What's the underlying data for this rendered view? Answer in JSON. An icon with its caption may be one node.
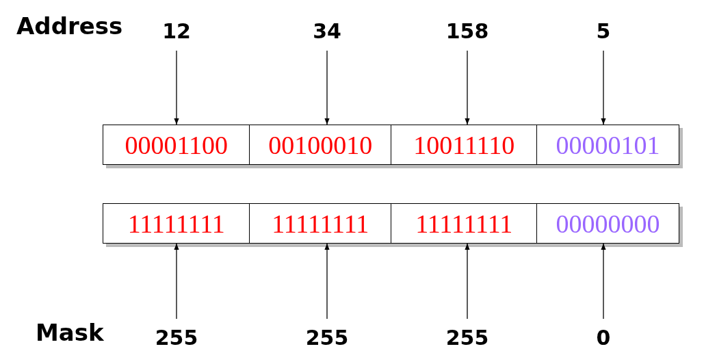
{
  "diagram": {
    "nodes": [
      {
        "text": [
          "12"
        ]
      },
      {
        "text": [
          "34"
        ]
      },
      {
        "text": [
          "158"
        ]
      },
      {
        "text": [
          "5"
        ]
      },
      {
        "text": [
          "00001100"
        ]
      },
      {
        "text": [
          "00100010"
        ]
      },
      {
        "text": [
          "10011110"
        ]
      },
      {
        "text": [
          "00000101"
        ]
      },
      {
        "text": [
          "11111111"
        ]
      },
      {
        "text": [
          "11111111"
        ]
      },
      {
        "text": [
          "11111111"
        ]
      },
      {
        "text": [
          "00000000"
        ]
      },
      {
        "text": [
          "255"
        ]
      },
      {
        "text": [
          "255"
        ]
      },
      {
        "text": [
          "255"
        ]
      },
      {
        "text": [
          "0"
        ]
      }
    ],
    "edges": [
      {
        "from": 0,
        "to": 4,
        "arrow": "to"
      },
      {
        "from": 1,
        "to": 5,
        "arrow": "to"
      },
      {
        "from": 2,
        "to": 6,
        "arrow": "to"
      },
      {
        "from": 3,
        "to": 7,
        "arrow": "to"
      },
      {
        "from": 12,
        "to": 8,
        "arrow": "to"
      },
      {
        "from": 13,
        "to": 9,
        "arrow": "to"
      },
      {
        "from": 14,
        "to": 10,
        "arrow": "to"
      },
      {
        "from": 15,
        "to": 11,
        "arrow": "to"
      }
    ],
    "labels": [
      "Address",
      "Mask"
    ]
  }
}
